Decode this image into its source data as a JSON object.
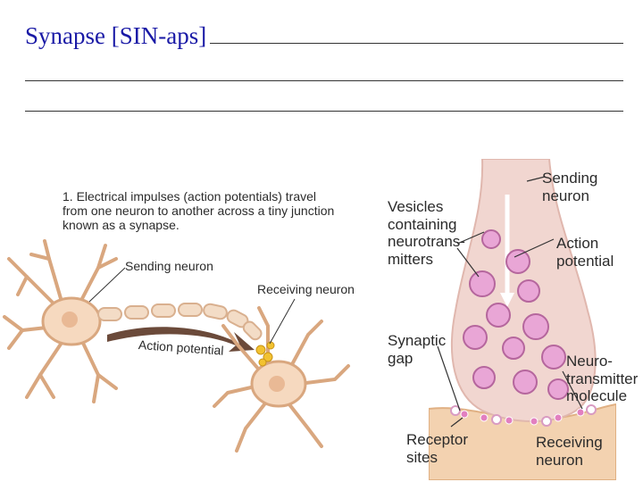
{
  "title": {
    "term": "Synapse [SIN-aps]"
  },
  "left_figure": {
    "caption_lines": [
      "1. Electrical impulses (action potentials) travel",
      "from one neuron to another across a tiny junction",
      "known as a synapse."
    ],
    "sending_neuron": "Sending neuron",
    "receiving_neuron": "Receiving neuron",
    "action_potential": "Action potential"
  },
  "right_figure": {
    "sending_neuron": [
      "Sending",
      "neuron"
    ],
    "vesicles": [
      "Vesicles",
      "containing",
      "neurotrans-",
      "mitters"
    ],
    "action_potential": [
      "Action",
      "potential"
    ],
    "synaptic_gap": [
      "Synaptic",
      "gap"
    ],
    "neurotransmitter": [
      "Neuro-",
      "transmitter",
      "molecule"
    ],
    "receptor_sites": [
      "Receptor",
      "sites"
    ],
    "receiving_neuron": "Receiving neuron"
  },
  "colors": {
    "title": "#1a1aa6",
    "neuron_fill": "#f6d9bf",
    "neuron_stroke": "#d9a77f",
    "axon_arrow": "#6b4a3a",
    "terminal_fill": "#f1d6d0",
    "vesicle": "#d58bc4"
  }
}
